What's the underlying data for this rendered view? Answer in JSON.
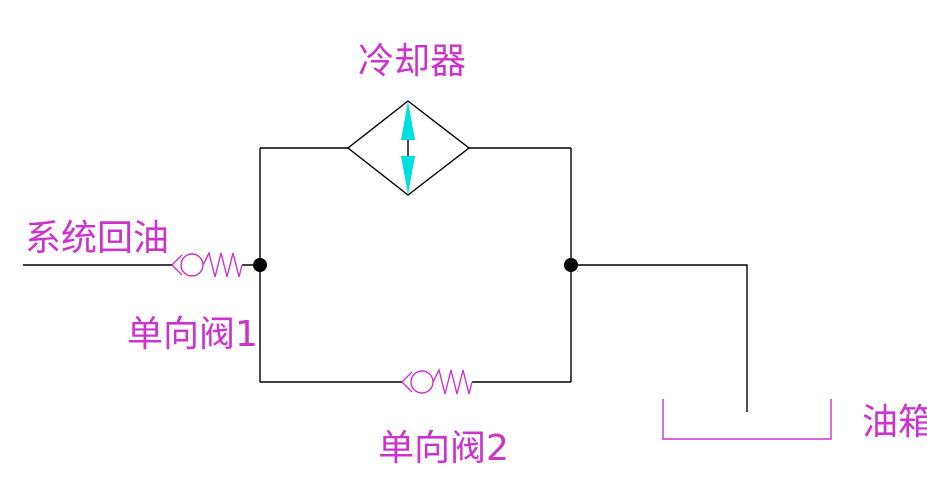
{
  "labels": {
    "cooler": "冷却器",
    "system_return": "系统回油",
    "check_valve_1": "单向阀1",
    "check_valve_2": "单向阀2",
    "oil_tank": "油箱"
  },
  "colors": {
    "line": "#000000",
    "label": "#cc33cc",
    "symbol": "#cc33cc",
    "coolant_arrow": "#00e0e0",
    "background": "#ffffff"
  }
}
